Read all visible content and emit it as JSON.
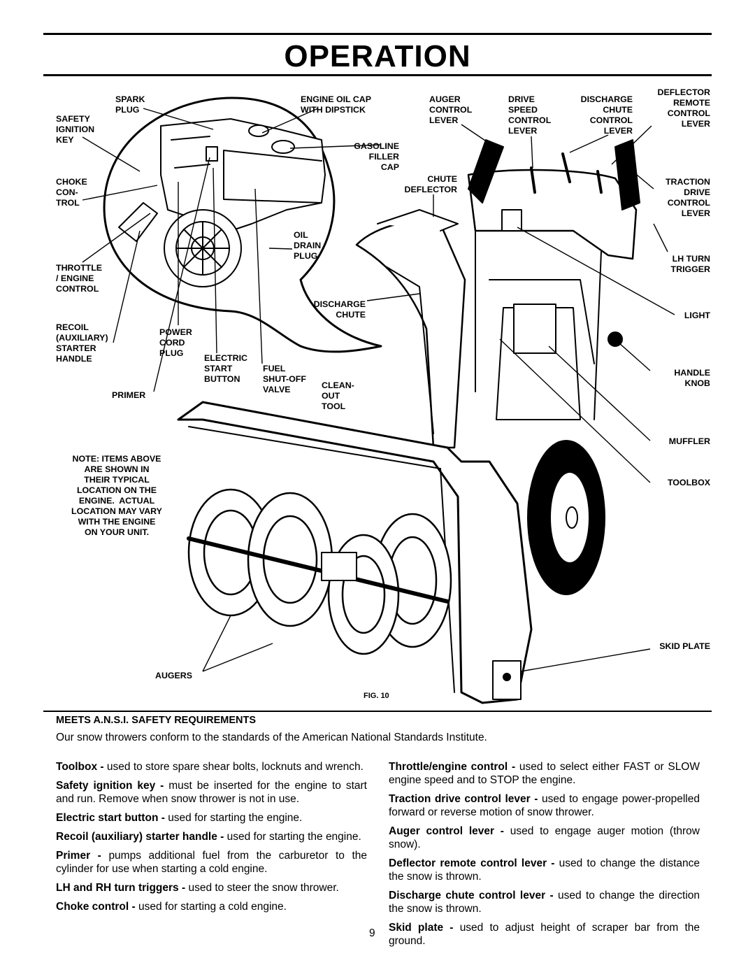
{
  "page": {
    "title": "OPERATION",
    "page_number": "9",
    "figure_label": "FIG. 10"
  },
  "labels": {
    "spark_plug": "SPARK\nPLUG",
    "engine_oil_cap": "ENGINE OIL CAP\nWITH DIPSTICK",
    "safety_key": "SAFETY\nIGNITION\nKEY",
    "gasoline_cap": "GASOLINE\nFILLER\nCAP",
    "choke": "CHOKE\nCON-\nTROL",
    "oil_drain": "OIL\nDRAIN\nPLUG",
    "throttle": "THROTTLE\n/ ENGINE\nCONTROL",
    "recoil": "RECOIL\n(AUXILIARY)\nSTARTER\nHANDLE",
    "power_cord": "POWER\nCORD\nPLUG",
    "electric_start": "ELECTRIC\nSTART\nBUTTON",
    "fuel_valve": "FUEL\nSHUT-OFF\nVALVE",
    "primer": "PRIMER",
    "auger_lever": "AUGER\nCONTROL\nLEVER",
    "drive_speed": "DRIVE\nSPEED\nCONTROL\nLEVER",
    "discharge_lever": "DISCHARGE\nCHUTE\nCONTROL\nLEVER",
    "deflector_lever": "DEFLECTOR\nREMOTE\nCONTROL\nLEVER",
    "chute_deflector": "CHUTE\nDEFLECTOR",
    "traction_lever": "TRACTION\nDRIVE\nCONTROL\nLEVER",
    "lh_trigger": "LH TURN\nTRIGGER",
    "discharge_chute": "DISCHARGE\nCHUTE",
    "light": "LIGHT",
    "handle_knob": "HANDLE\nKNOB",
    "cleanout": "CLEAN-\nOUT\nTOOL",
    "muffler": "MUFFLER",
    "toolbox": "TOOLBOX",
    "skid_plate": "SKID PLATE",
    "augers": "AUGERS",
    "note": "NOTE: ITEMS ABOVE\nARE SHOWN IN\nTHEIR TYPICAL\nLOCATION ON THE\nENGINE.  ACTUAL\nLOCATION MAY VARY\nWITH THE ENGINE\nON YOUR UNIT."
  },
  "section": {
    "heading": "MEETS A.N.S.I. SAFETY REQUIREMENTS",
    "intro": "Our snow throwers conform to the standards of the American National Standards Institute."
  },
  "left_items": [
    {
      "term": "Toolbox - ",
      "desc": "used to store spare shear bolts, locknuts and wrench."
    },
    {
      "term": "Safety ignition key - ",
      "desc": "must be inserted for the engine to start and run.  Remove when snow thrower is not in use."
    },
    {
      "term": "Electric start button - ",
      "desc": "used for starting the engine."
    },
    {
      "term": "Recoil (auxiliary) starter handle - ",
      "desc": "used for starting the engine."
    },
    {
      "term": "Primer - ",
      "desc": "pumps additional fuel from the carburetor to the cylinder for use when starting a cold engine."
    },
    {
      "term": "LH and RH turn triggers - ",
      "desc": "used to steer the snow thrower."
    },
    {
      "term": "Choke control - ",
      "desc": "used for starting a cold engine."
    }
  ],
  "right_items": [
    {
      "term": "Throttle/engine control - ",
      "desc": "used to select either FAST or SLOW engine speed and to STOP the engine."
    },
    {
      "term": "Traction drive control lever - ",
      "desc": "used to engage power-propelled forward or reverse motion of snow thrower."
    },
    {
      "term": "Auger control lever - ",
      "desc": "used to engage auger motion (throw snow)."
    },
    {
      "term": "Deflector remote control lever - ",
      "desc": "used to change the distance the snow is thrown."
    },
    {
      "term": "Discharge chute control lever - ",
      "desc": "used to change the direction the snow is thrown."
    },
    {
      "term": "Skid plate - ",
      "desc": "used to adjust height of scraper bar from the ground."
    }
  ]
}
